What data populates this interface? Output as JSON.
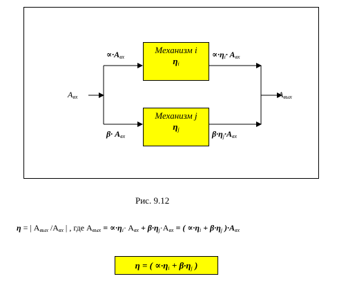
{
  "mechanism_i": {
    "title": "Механизм i",
    "eff": "η",
    "eff_sub": "i"
  },
  "mechanism_j": {
    "title": "Механизм j",
    "eff": "η",
    "eff_sub": "j"
  },
  "labels": {
    "input": "A",
    "input_sub": "вх",
    "output": "A",
    "output_sub": "вых",
    "alpha_in": "∝·A",
    "alpha_in_sub": "вх",
    "beta_in": "β· A",
    "beta_in_sub": "вх",
    "alpha_out_a": "∝·η",
    "alpha_out_a_sub": "i",
    "alpha_out_b": "· A",
    "alpha_out_b_sub": "вх",
    "beta_out_a": "β·η",
    "beta_out_a_sub": "j",
    "beta_out_b": "·A",
    "beta_out_b_sub": "вх"
  },
  "caption": "Рис. 9.12",
  "formula": {
    "p1": "η",
    "p2": " = | A",
    "s2": "вых",
    "p3": " /A",
    "s3": "вх",
    "p4": " | , где A",
    "s4": "вых",
    "p5": " = ∝·η",
    "s5": "i",
    "p6": "· A",
    "s6": "вх",
    "p7": " + β·η",
    "s7": "j",
    "p8": "·A",
    "s8": "вх",
    "p9": " = ( ∝·η",
    "s9": "i",
    "p10": " + β·η",
    "s10": "j",
    "p11": " )·A",
    "s11": "вх"
  },
  "result": {
    "p1": "η = ( ∝·η",
    "s1": "i",
    "p2": "+ β·η",
    "s2": "j",
    "p3": " )"
  }
}
